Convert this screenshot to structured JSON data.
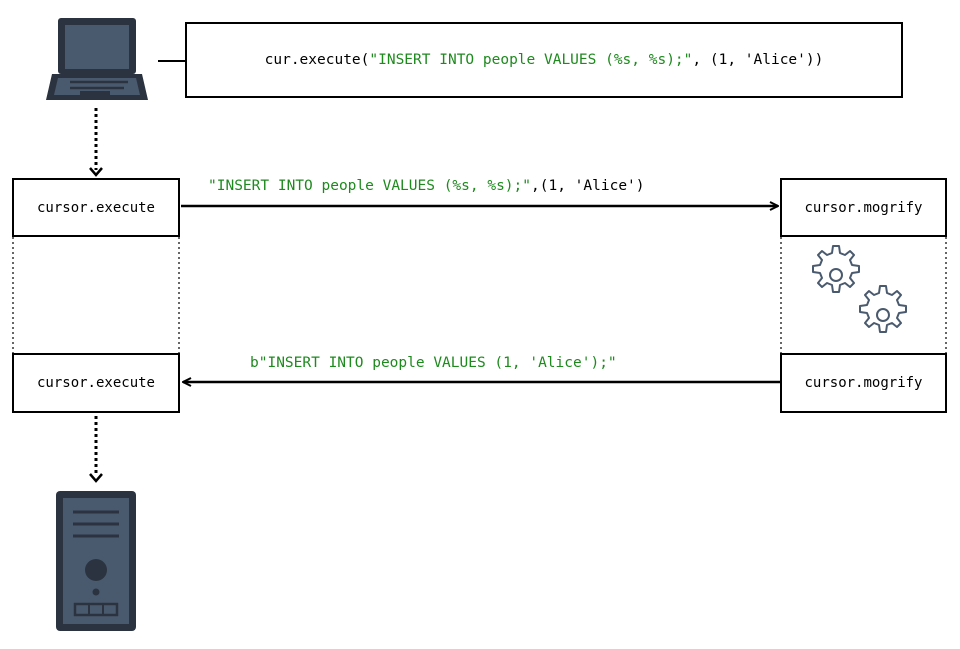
{
  "client_code": {
    "prefix": "cur.execute(",
    "query": "\"INSERT INTO people VALUES (%s, %s);\"",
    "params": ", (1, 'Alice'))"
  },
  "left_top_box": "cursor.execute",
  "right_top_box": "cursor.mogrify",
  "left_bottom_box": "cursor.execute",
  "right_bottom_box": "cursor.mogrify",
  "forward_message": {
    "query": "\"INSERT INTO people VALUES (%s, %s);\"",
    "params": ",(1, 'Alice')"
  },
  "return_message": "b\"INSERT INTO people VALUES (1, 'Alice');\"",
  "colors": {
    "code_green": "#1e8a1e",
    "icon_fill": "#4a5a6e",
    "icon_dark": "#2b3340",
    "gear_stroke": "#4a5a6e"
  },
  "icons": [
    "laptop-icon",
    "gears-icon",
    "server-tower-icon"
  ]
}
